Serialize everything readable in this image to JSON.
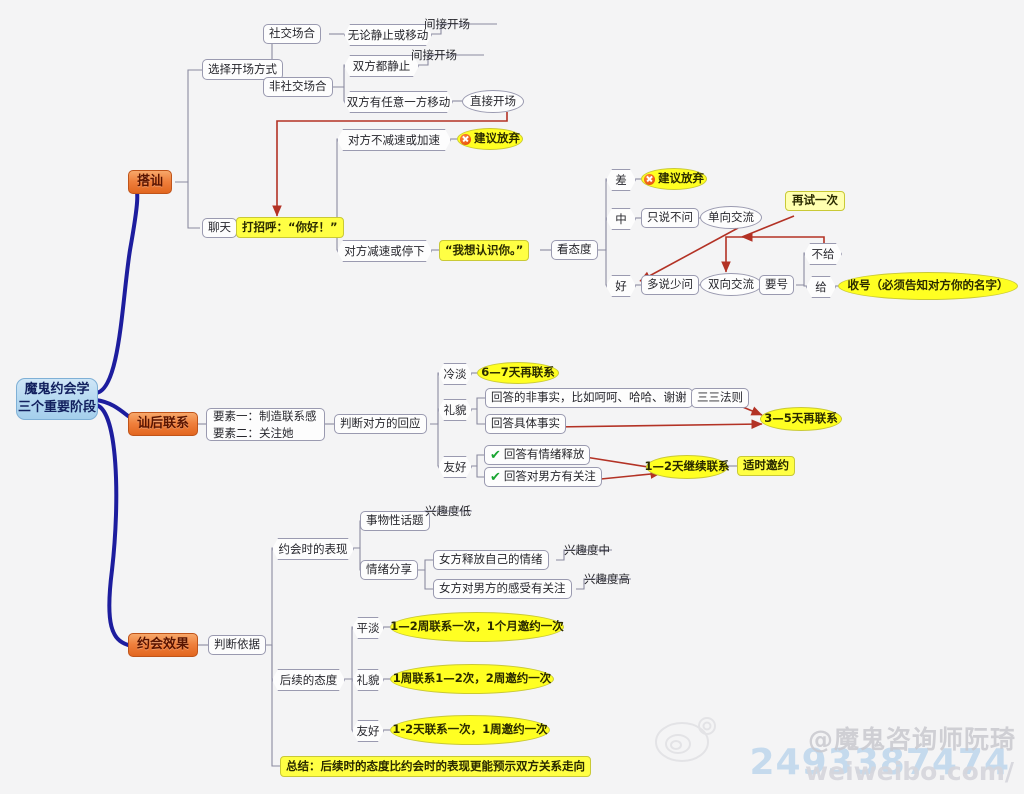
{
  "root": {
    "line1": "魔鬼约会学",
    "line2": "三个重要阶段"
  },
  "branches": {
    "b1": "搭讪",
    "b2": "讪后联系",
    "b3": "约会效果"
  },
  "b1_nodes": {
    "choose_open": "选择开场方式",
    "social": "社交场合",
    "nonsocial": "非社交场合",
    "either_move": "无论静止或移动",
    "both_still": "双方都静止",
    "one_moving": "双方有任意一方移动",
    "indirect1": "间接开场",
    "indirect2": "间接开场",
    "direct": "直接开场",
    "chat": "聊天",
    "greet": "打招呼：“你好！”",
    "no_slow": "对方不减速或加速",
    "give_up1": "建议放弃",
    "slow_stop": "对方减速或停下",
    "know_you": "“我想认识你。”",
    "attitude": "看态度",
    "bad": "差",
    "mid": "中",
    "good": "好",
    "give_up2": "建议放弃",
    "only_talk": "只说不问",
    "one_way": "单向交流",
    "talk_more": "多说少问",
    "two_way": "双向交流",
    "ask_number": "要号",
    "refuse": "不给",
    "accept": "给",
    "try_again": "再试一次",
    "collect": "收号（必须告知对方你的名字）"
  },
  "b2_nodes": {
    "elements": [
      "要素一：制造联系感",
      "要素二：关注她"
    ],
    "judge": "判断对方的回应",
    "cold": "冷淡",
    "polite": "礼貌",
    "friendly": "友好",
    "contact_6_7": "6—7天再联系",
    "non_fact": "回答的非事实，比如呵呵、哈哈、谢谢",
    "concrete_fact": "回答具体事实",
    "rule_33": "三三法则",
    "contact_3_5": "3—5天再联系",
    "emotion_release": "回答有情绪释放",
    "attention_male": "回答对男方有关注",
    "contact_1_2": "1—2天继续联系",
    "invite_timely": "适时邀约"
  },
  "b3_nodes": {
    "basis": "判断依据",
    "date_perf": "约会时的表现",
    "thing_topic": "事物性话题",
    "interest_low": "兴趣度低",
    "emotion_share": "情绪分享",
    "woman_release": "女方释放自己的情绪",
    "interest_mid": "兴趣度中",
    "woman_care": "女方对男方的感受有关注",
    "interest_high": "兴趣度高",
    "follow_attitude": "后续的态度",
    "plain": "平淡",
    "polite": "礼貌",
    "friendly": "友好",
    "plain_rule": "1—2周联系一次，1个月邀约一次",
    "polite_rule": "1周联系1—2次，2周邀约一次",
    "friendly_rule": "1-2天联系一次，1周邀约一次",
    "summary": "总结：后续时的态度比约会时的表现更能预示双方关系走向"
  },
  "watermark": {
    "handle": "@魔鬼咨询师阮琦",
    "url": "weiweibo.com/",
    "number": "2493387474"
  },
  "colors": {
    "background": "#f4f4f5",
    "root_fill": "#b4d8f0",
    "branch_fill": "#ef7f3c",
    "highlight_yellow": "#ffff22",
    "link_gray": "#8a8aa0",
    "link_red": "#c0392b",
    "check_green": "#19a531",
    "x_red": "#e04000"
  }
}
